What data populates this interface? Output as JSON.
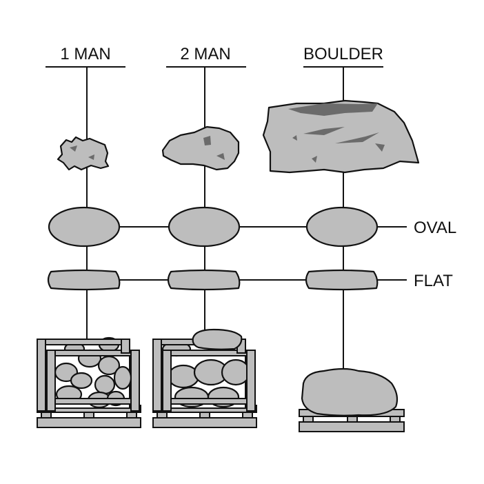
{
  "columns": [
    {
      "label": "1 MAN"
    },
    {
      "label": "2 MAN"
    },
    {
      "label": "BOULDER"
    }
  ],
  "rows": {
    "oval": {
      "label": "OVAL"
    },
    "flat": {
      "label": "FLAT"
    }
  },
  "colors": {
    "stone_fill": "#bdbdbd",
    "stone_shadow": "#6b6b6b",
    "line": "#111111",
    "background": "#ffffff"
  }
}
